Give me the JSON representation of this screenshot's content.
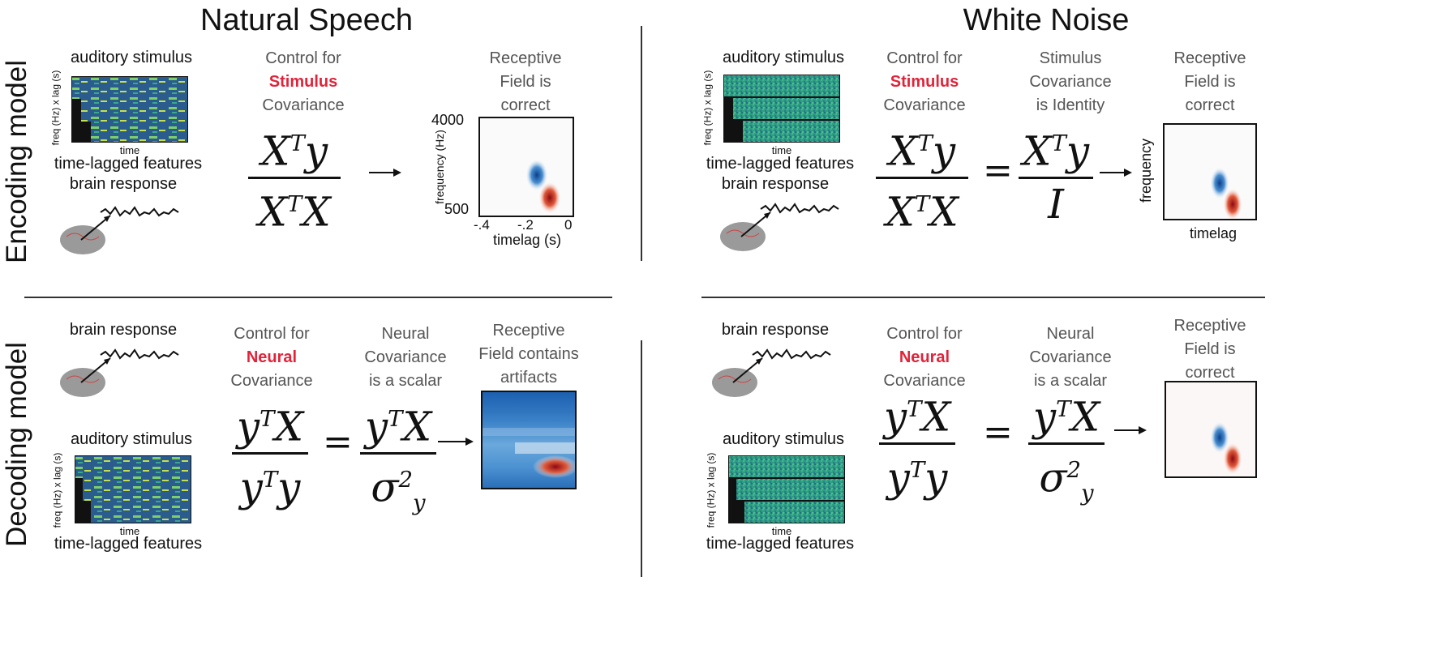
{
  "headers": {
    "left": "Natural Speech",
    "right": "White Noise"
  },
  "rows": {
    "encoding": "Encoding model",
    "decoding": "Decoding model"
  },
  "labels": {
    "auditory_stimulus": "auditory stimulus",
    "brain_response": "brain response",
    "freq_axis": "freq (Hz) x lag (s)",
    "time_axis": "time",
    "time_lagged": "time-lagged features"
  },
  "encoding_speech": {
    "control_1": "Control for",
    "control_2": "Stimulus",
    "control_3": "Covariance",
    "rf_1": "Receptive",
    "rf_2": "Field is",
    "rf_3": "correct",
    "formula": {
      "num": "X",
      "num_sup": "T",
      "num_rest": "y",
      "den": "X",
      "den_sup": "T",
      "den_rest": "X"
    },
    "rf_plot": {
      "ylabel": "frequency (Hz)",
      "xlabel": "timelag (s)",
      "y_top": "4000",
      "y_bottom": "500",
      "x_ticks": [
        "-.4",
        "-.2",
        "0"
      ]
    }
  },
  "encoding_noise": {
    "control_1": "Control for",
    "control_2": "Stimulus",
    "control_3": "Covariance",
    "cov_1": "Stimulus",
    "cov_2": "Covariance",
    "cov_3": "is Identity",
    "rf_1": "Receptive",
    "rf_2": "Field is",
    "rf_3": "correct",
    "formula": {
      "num": "X",
      "num_sup": "T",
      "num_rest": "y",
      "den": "X",
      "den_sup": "T",
      "den_rest": "X"
    },
    "formula2": {
      "num": "X",
      "num_sup": "T",
      "num_rest": "y",
      "den": "I"
    },
    "eq": "=",
    "rf_ylabel": "frequency",
    "rf_xlabel": "timelag"
  },
  "decoding_speech": {
    "control_1": "Control for",
    "control_2": "Neural",
    "control_3": "Covariance",
    "cov_1": "Neural",
    "cov_2": "Covariance",
    "cov_3": "is a scalar",
    "rf_1": "Receptive",
    "rf_2": "Field contains",
    "rf_3": "artifacts",
    "formula": {
      "num": "y",
      "num_sup": "T",
      "num_rest": "X",
      "den": "y",
      "den_sup": "T",
      "den_rest": "y"
    },
    "formula2": {
      "num": "y",
      "num_sup": "T",
      "num_rest": "X",
      "den": "σ",
      "den_sup": "2",
      "den_sub": "y"
    },
    "eq": "="
  },
  "decoding_noise": {
    "control_1": "Control for",
    "control_2": "Neural",
    "control_3": "Covariance",
    "cov_1": "Neural",
    "cov_2": "Covariance",
    "cov_3": "is a scalar",
    "rf_1": "Receptive",
    "rf_2": "Field is",
    "rf_3": "correct",
    "formula": {
      "num": "y",
      "num_sup": "T",
      "num_rest": "X",
      "den": "y",
      "den_sup": "T",
      "den_rest": "y"
    },
    "formula2": {
      "num": "y",
      "num_sup": "T",
      "num_rest": "X",
      "den": "σ",
      "den_sup": "2",
      "den_sub": "y"
    },
    "eq": "="
  },
  "colors": {
    "highlight": "#e0243a",
    "noise": "#2fa380",
    "speech_bg": "#1f4f86",
    "rf_blue": "#1c5fb0",
    "rf_red": "#b3141c"
  }
}
